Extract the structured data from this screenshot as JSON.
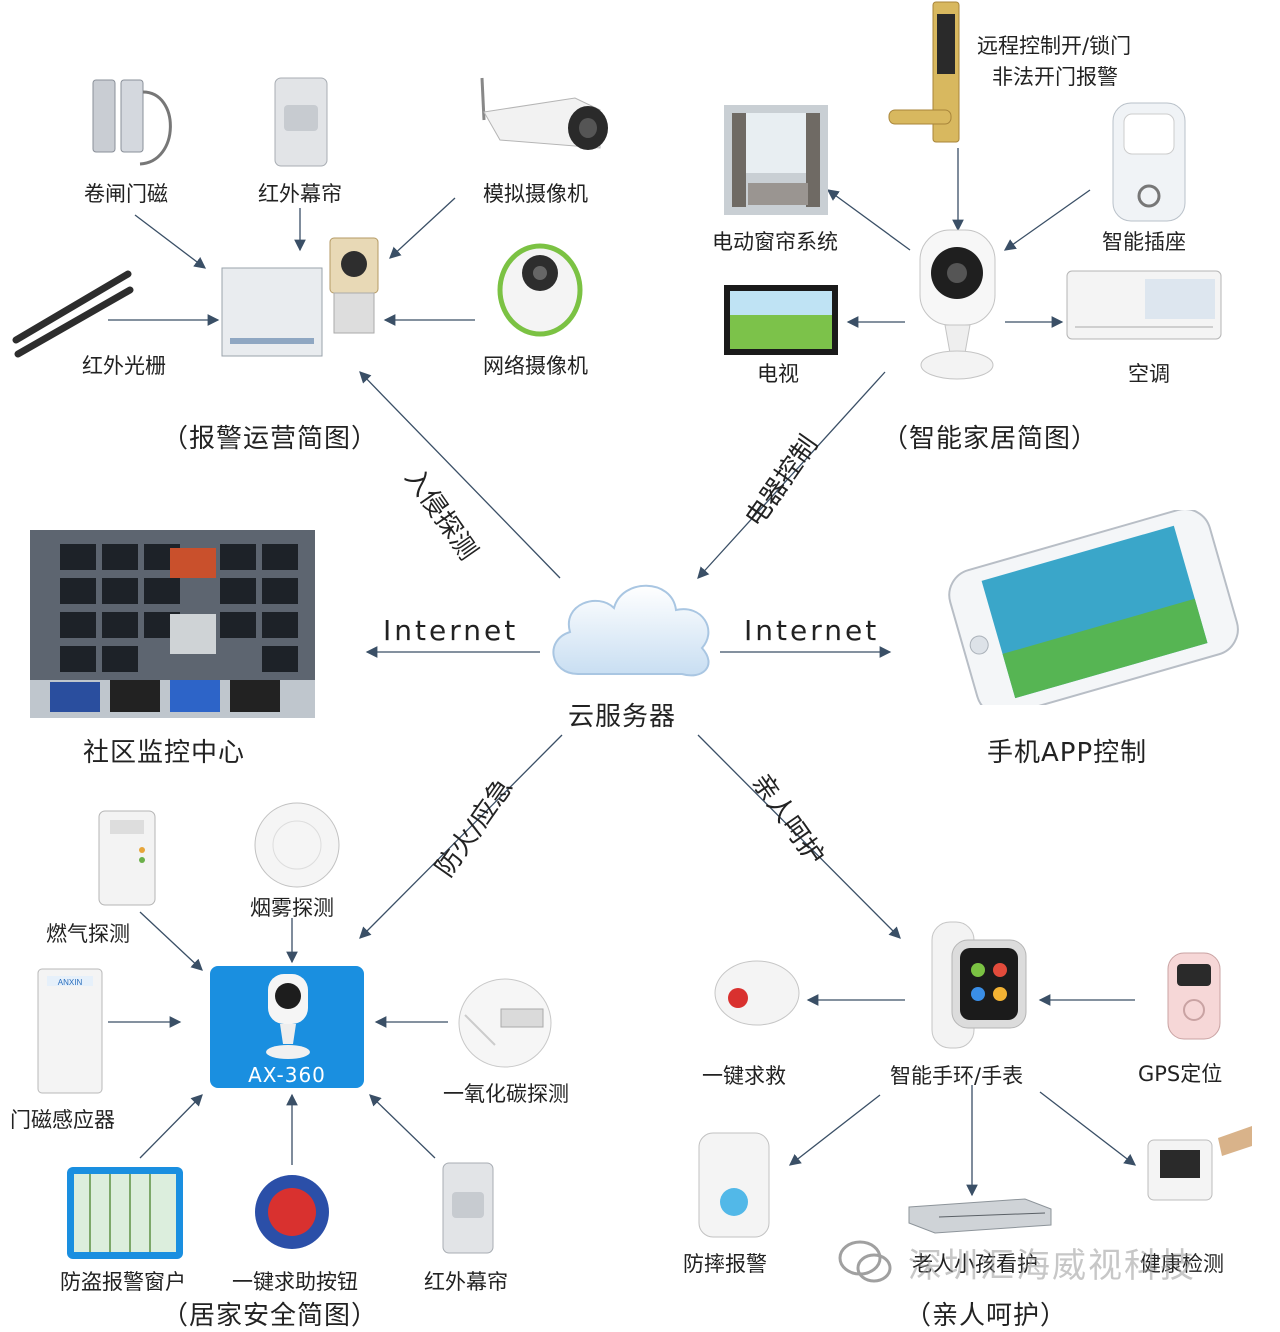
{
  "center": {
    "label": "云服务器",
    "left_link": "Internet",
    "right_link": "Internet"
  },
  "links": {
    "top_left": "入侵探测",
    "top_right": "电器控制",
    "bottom_left": "防火/应急",
    "bottom_right": "亲人呵护"
  },
  "alarm": {
    "title": "（报警运营简图）",
    "devices": [
      "卷闸门磁",
      "红外幕帘",
      "模拟摄像机",
      "红外光栅",
      "网络摄像机"
    ]
  },
  "smarthome": {
    "title": "（智能家居简图）",
    "lock_lines": [
      "远程控制开/锁门",
      "非法开门报警"
    ],
    "devices": [
      "电动窗帘系统",
      "智能插座",
      "电视",
      "空调"
    ]
  },
  "monitor": {
    "label": "社区监控中心"
  },
  "phone": {
    "label": "手机APP控制"
  },
  "homesafe": {
    "title": "（居家安全简图）",
    "hub_model": "AX-360",
    "devices": [
      "燃气探测",
      "烟雾探测",
      "门磁感应器",
      "一氧化碳探测",
      "防盗报警窗户",
      "一键求助按钮",
      "红外幕帘"
    ],
    "sensor_brand": "ANXIN"
  },
  "family": {
    "title": "（亲人呵护）",
    "devices": [
      "一键求救",
      "智能手环/手表",
      "GPS定位",
      "防摔报警",
      "老人小孩看护",
      "健康检测"
    ]
  },
  "watermark": "深圳汇海威视科技",
  "colors": {
    "arrow": "#3a4f66",
    "hub_blue": "#1a8fe0",
    "cloud": "#cfe3f5"
  }
}
